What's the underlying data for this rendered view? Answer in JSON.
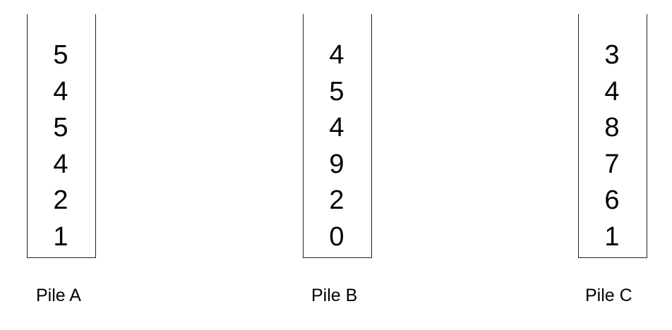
{
  "piles": [
    {
      "label": "Pile A",
      "values": [
        "5",
        "4",
        "5",
        "4",
        "2",
        "1"
      ]
    },
    {
      "label": "Pile B",
      "values": [
        "4",
        "5",
        "4",
        "9",
        "2",
        "0"
      ]
    },
    {
      "label": "Pile C",
      "values": [
        "3",
        "4",
        "8",
        "7",
        "6",
        "1"
      ]
    }
  ]
}
